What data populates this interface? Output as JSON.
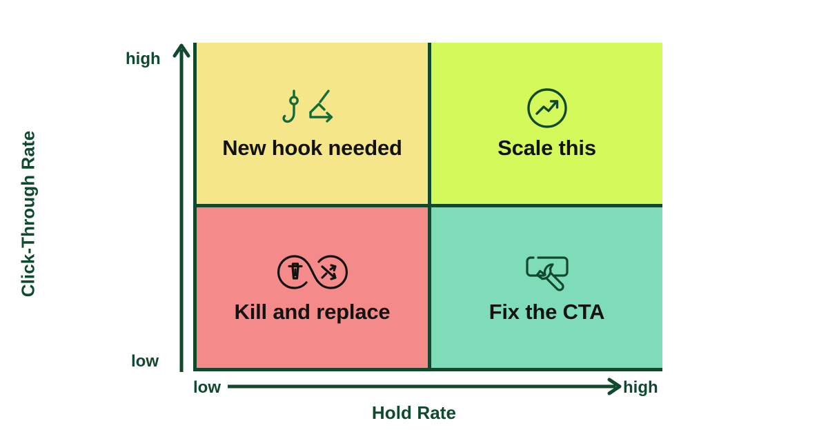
{
  "chart_data": {
    "type": "table",
    "title": "",
    "xlabel": "Hold Rate",
    "ylabel": "Click-Through Rate",
    "x_ticks": [
      "low",
      "high"
    ],
    "y_ticks": [
      "low",
      "high"
    ],
    "grid": false,
    "legend": "none",
    "categories": [
      "low Hold Rate",
      "high Hold Rate"
    ],
    "quadrants": [
      {
        "id": "top-left",
        "label": "New hook needed",
        "x": "low",
        "y": "high",
        "color": "#F5E68A",
        "icon": "fishing-hook-swap-icon"
      },
      {
        "id": "top-right",
        "label": "Scale this",
        "x": "high",
        "y": "high",
        "color": "#D3F95A",
        "icon": "trending-up-circle-icon"
      },
      {
        "id": "bottom-left",
        "label": "Kill and replace",
        "x": "low",
        "y": "low",
        "color": "#F58A8A",
        "icon": "trash-shuffle-icon"
      },
      {
        "id": "bottom-right",
        "label": "Fix the CTA",
        "x": "high",
        "y": "low",
        "color": "#7FDCB8",
        "icon": "button-wrench-icon"
      }
    ]
  },
  "axes": {
    "y": {
      "title": "Click-Through Rate",
      "high_label": "high",
      "low_label": "low"
    },
    "x": {
      "title": "Hold Rate",
      "high_label": "high",
      "low_label": "low"
    }
  },
  "quadrants": {
    "top_left": {
      "label": "New hook needed"
    },
    "top_right": {
      "label": "Scale this"
    },
    "bottom_left": {
      "label": "Kill and replace"
    },
    "bottom_right": {
      "label": "Fix the CTA"
    }
  },
  "colors": {
    "accent_dark_green": "#11482E",
    "axis_text": "#0F4A2F",
    "quadrant_text": "#121212",
    "top_left_fill": "#F5E68A",
    "top_right_fill": "#D3F95A",
    "bottom_left_fill": "#F58A8A",
    "bottom_right_fill": "#7FDCB8",
    "background": "#FFFFFF"
  }
}
